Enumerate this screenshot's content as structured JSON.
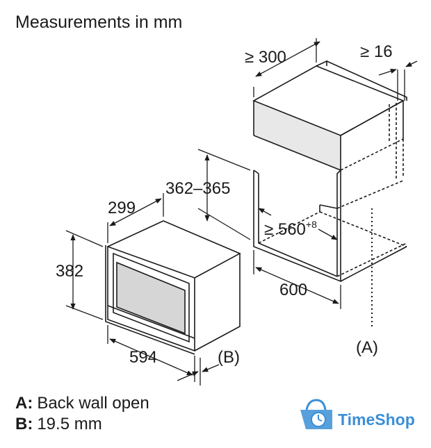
{
  "title": "Measurements in mm",
  "dimensions": {
    "cabinet_depth": "≥ 300",
    "gap_side": "≥ 16",
    "cabinet_height": "362–365",
    "opening_depth": "≥ 560",
    "opening_depth_sup": "+8",
    "opening_width": "600",
    "appliance_depth": "299",
    "appliance_height": "382",
    "appliance_width": "594",
    "label_b": "(B)",
    "label_a": "(A)"
  },
  "legend": {
    "a_key": "A:",
    "a_text": "Back wall open",
    "b_key": "B:",
    "b_text": "19.5 mm"
  },
  "watermark": {
    "text": "TimeShop",
    "color": "#3b8fd6",
    "icon": "shopping-bag-clock-icon"
  }
}
